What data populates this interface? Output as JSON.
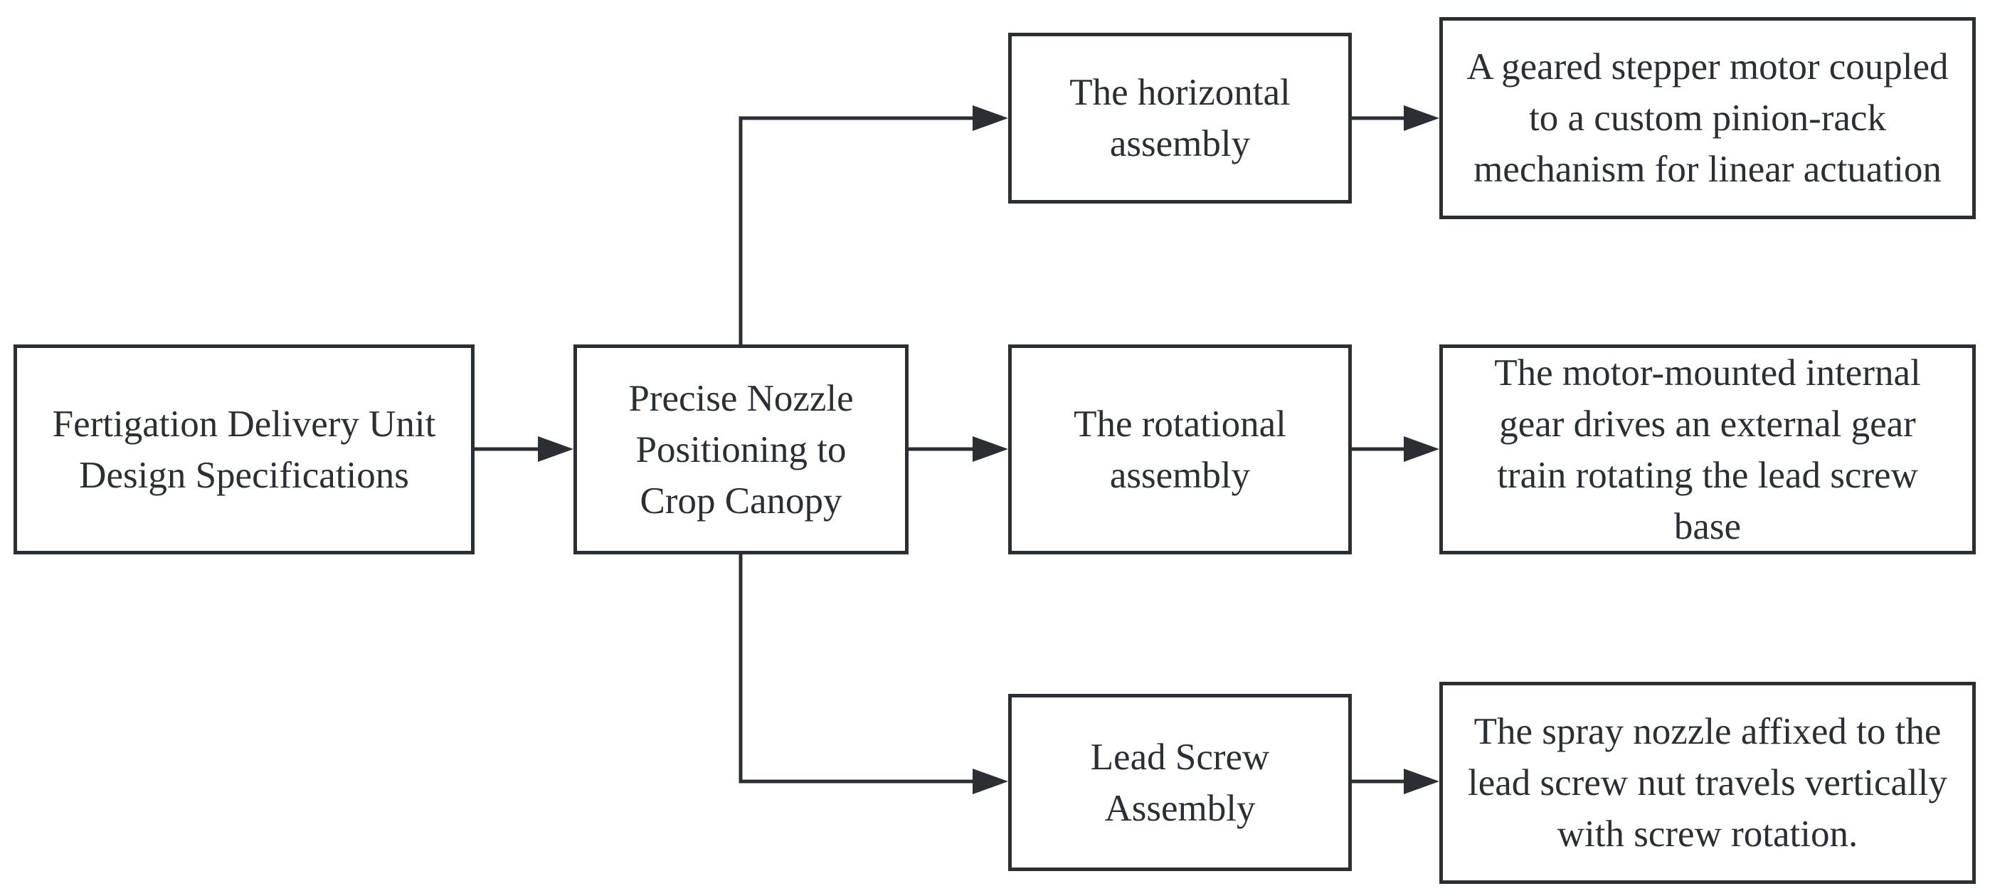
{
  "diagram": {
    "nodes": {
      "root": "Fertigation Delivery Unit Design Specifications",
      "nozzle": "Precise Nozzle Positioning to Crop Canopy",
      "horizontal": "The horizontal assembly",
      "rotational": "The rotational assembly",
      "lead_screw": "Lead Screw Assembly",
      "horizontal_detail": "A geared stepper motor coupled to a custom pinion-rack mechanism for linear actuation",
      "rotational_detail": "The motor-mounted internal gear drives an external gear train rotating the lead screw base",
      "lead_screw_detail": "The spray nozzle affixed to the lead screw nut travels vertically with screw rotation."
    },
    "edges": [
      {
        "from": "root",
        "to": "nozzle"
      },
      {
        "from": "nozzle",
        "to": "horizontal"
      },
      {
        "from": "nozzle",
        "to": "rotational"
      },
      {
        "from": "nozzle",
        "to": "lead_screw"
      },
      {
        "from": "horizontal",
        "to": "horizontal_detail"
      },
      {
        "from": "rotational",
        "to": "rotational_detail"
      },
      {
        "from": "lead_screw",
        "to": "lead_screw_detail"
      }
    ],
    "colors": {
      "stroke": "#2b2f33",
      "fill": "#ffffff",
      "text": "#2b2f33"
    }
  }
}
